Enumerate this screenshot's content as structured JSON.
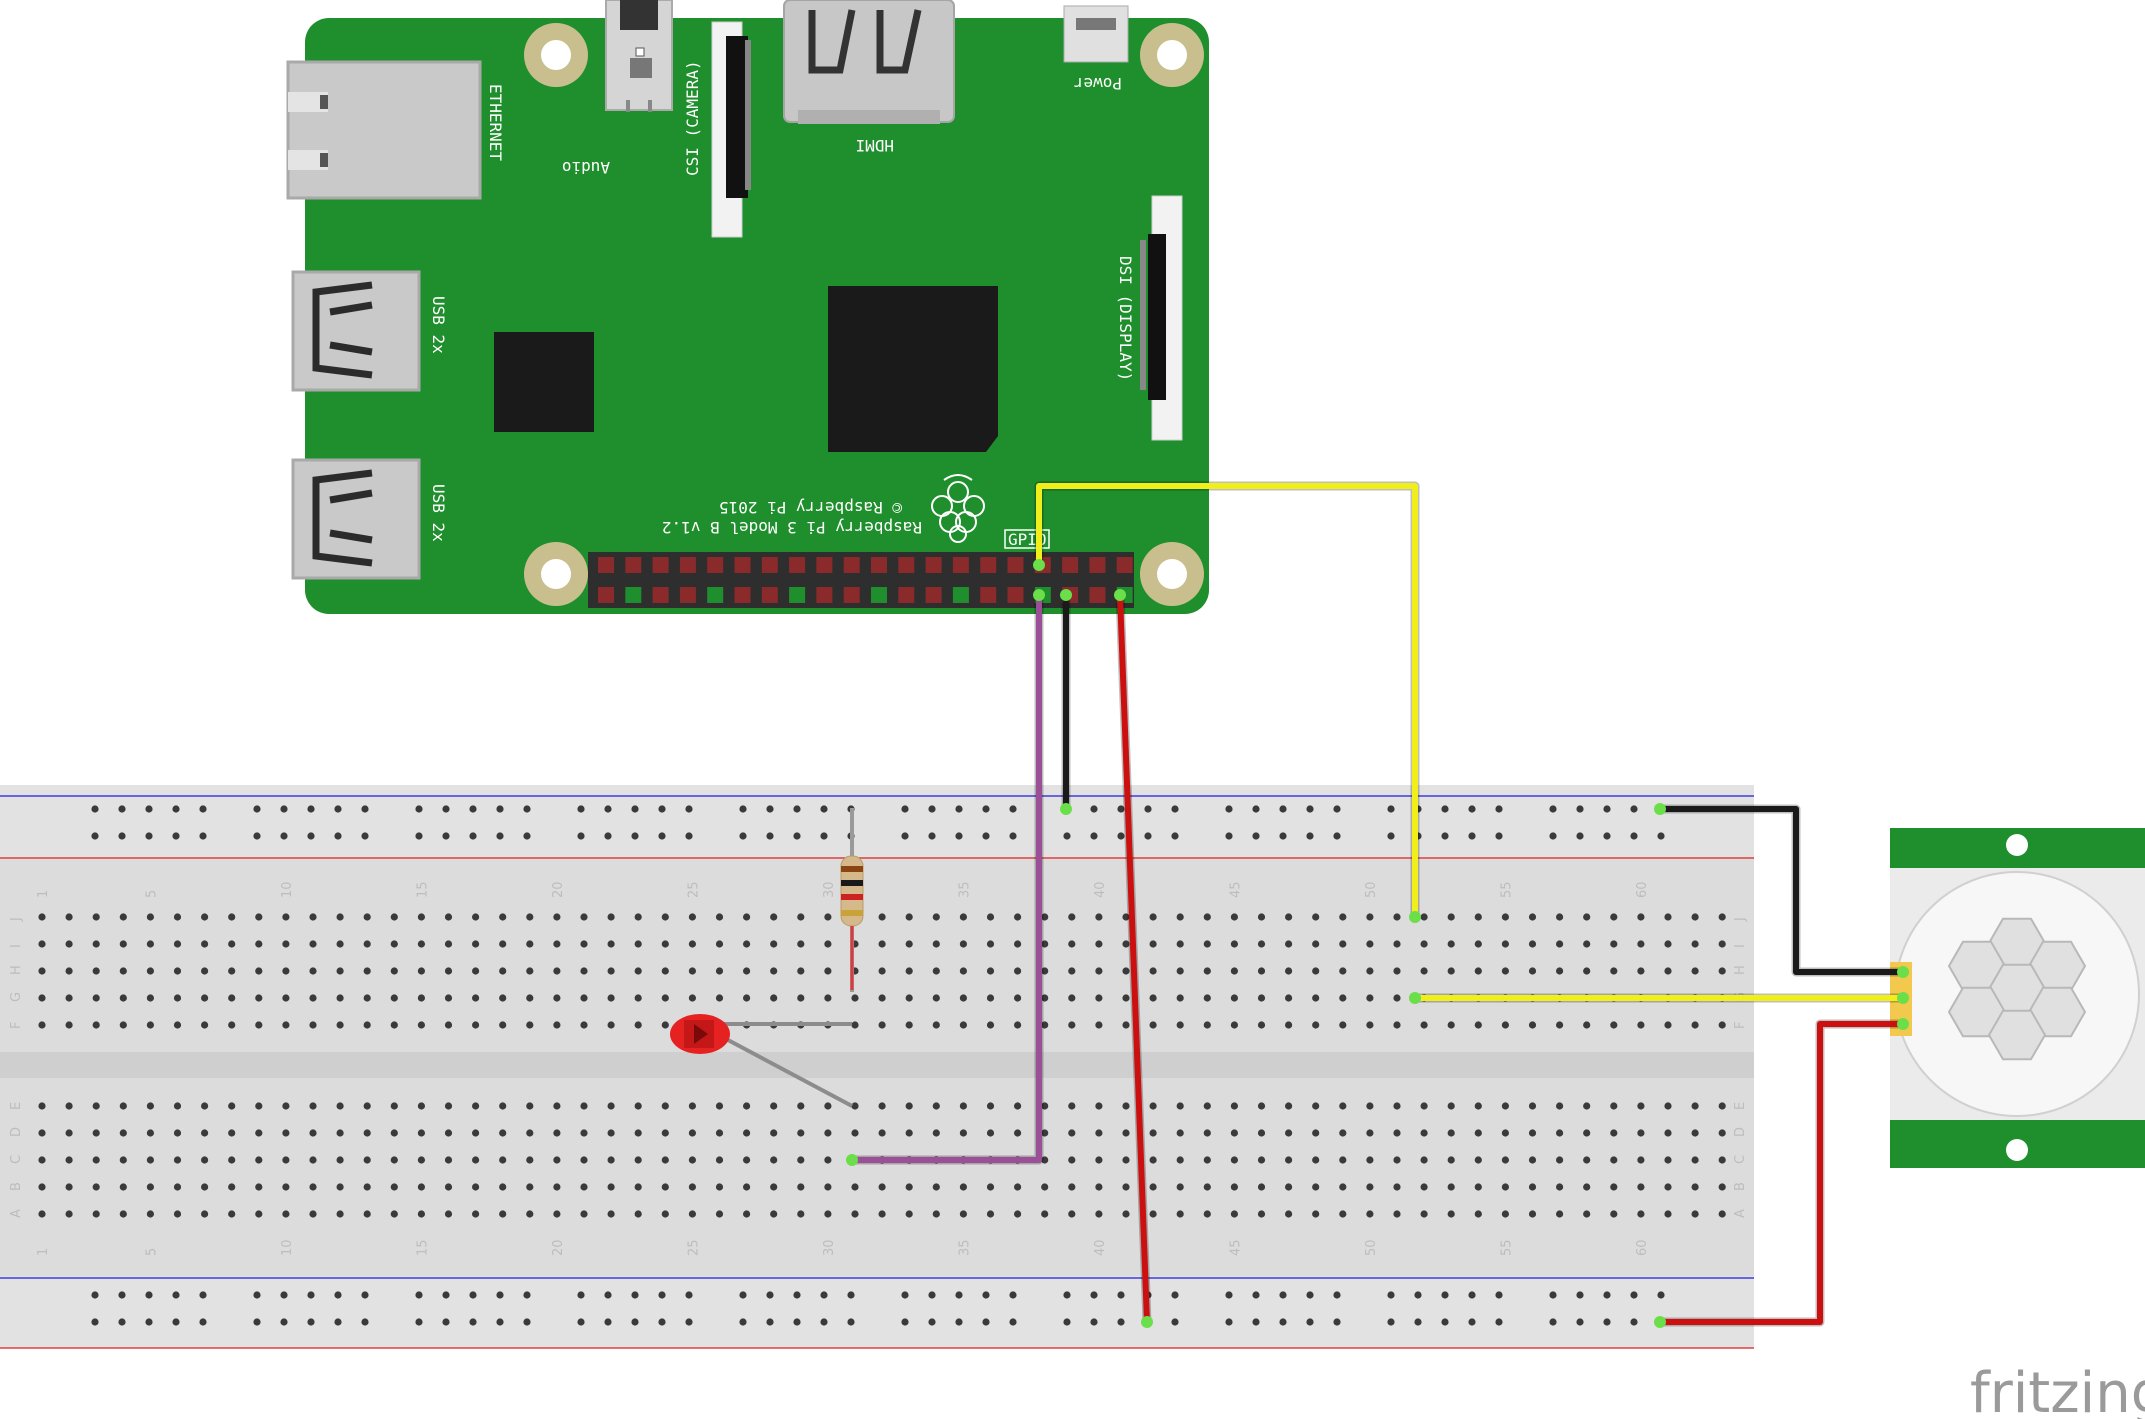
{
  "board": {
    "ethernet": "ETHERNET",
    "audio": "Audio",
    "csi": "CSI (CAMERA)",
    "hdmi": "HDMI",
    "power": "Power",
    "dsi": "DSI (DISPLAY)",
    "usb_top": "USB 2x",
    "usb_bottom": "USB 2x",
    "model": "Raspberry Pi 3 Model B v1.2",
    "copyright": "© Raspberry Pi 2015",
    "gpio": "GPIO"
  },
  "breadboard": {
    "column_numbers": [
      "1",
      "5",
      "10",
      "15",
      "20",
      "25",
      "30",
      "35",
      "40",
      "45",
      "50",
      "55",
      "60"
    ],
    "top_row_letters": [
      "J",
      "I",
      "H",
      "G",
      "F"
    ],
    "bottom_row_letters": [
      "E",
      "D",
      "C",
      "B",
      "A"
    ]
  },
  "wires": {
    "yellow": "#f0ef1c",
    "purple": "#9b4f96",
    "black": "#1a1a1a",
    "red": "#cc1010",
    "grey": "#8c8c8c"
  },
  "brand": "fritzing"
}
